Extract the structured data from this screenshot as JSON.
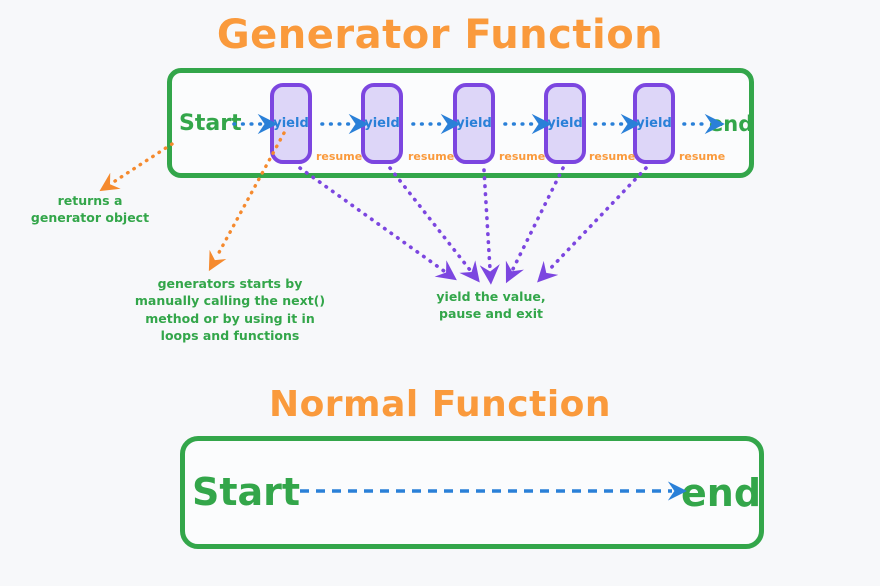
{
  "background_color": "#f7f8fa",
  "palette": {
    "green": "#33a64a",
    "orange": "#fa9a3c",
    "purple": "#7c46e0",
    "purple_fill": "#ddd6f8",
    "blue": "#2a80d8"
  },
  "generator": {
    "title": "Generator Function",
    "start_label": "Start",
    "end_label": "end",
    "yield_label": "yield",
    "resume_label": "resume",
    "yield_count": 5,
    "yields": [
      {
        "label": "yield"
      },
      {
        "label": "yield"
      },
      {
        "label": "yield"
      },
      {
        "label": "yield"
      },
      {
        "label": "yield"
      }
    ],
    "resumes": [
      {
        "label": "resume"
      },
      {
        "label": "resume"
      },
      {
        "label": "resume"
      },
      {
        "label": "resume"
      },
      {
        "label": "resume"
      }
    ]
  },
  "normal": {
    "title": "Normal Function",
    "start_label": "Start",
    "end_label": "end"
  },
  "annotations": {
    "returns_generator": "returns a\ngenerator object",
    "generators_start": "generators starts by\nmanually calling the next()\nmethod or by using it in\nloops and functions",
    "yield_value": "yield the value,\npause and exit"
  },
  "icons": {
    "blue_arrow": "dotted-arrow-right-icon",
    "orange_arrow": "dotted-arrow-orange-icon",
    "purple_arrow": "dotted-arrow-purple-icon",
    "dashed_arrow": "dashed-arrow-right-icon"
  }
}
